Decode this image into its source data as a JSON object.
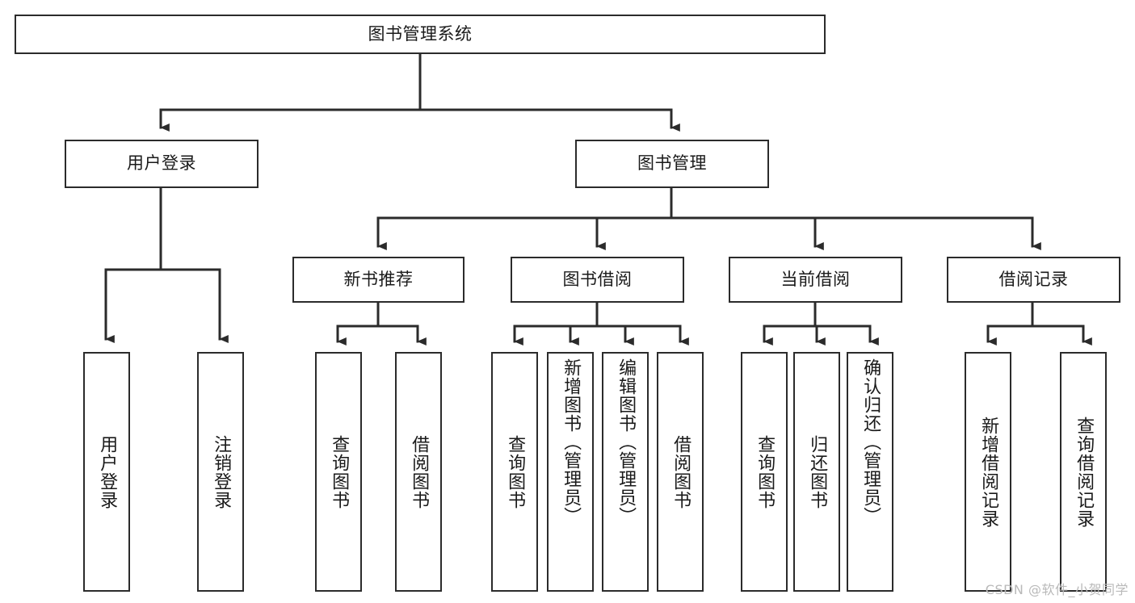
{
  "diagram": {
    "title": "图书管理系统",
    "root": {
      "label": "图书管理系统"
    },
    "level1": [
      {
        "label": "用户登录"
      },
      {
        "label": "图书管理"
      }
    ],
    "level2": [
      {
        "label": "新书推荐"
      },
      {
        "label": "图书借阅"
      },
      {
        "label": "当前借阅"
      },
      {
        "label": "借阅记录"
      }
    ],
    "leaves": {
      "user_login": [
        {
          "label": "用户登录"
        },
        {
          "label": "注销登录"
        }
      ],
      "new_book_recommend": [
        {
          "label": "查询图书"
        },
        {
          "label": "借阅图书"
        }
      ],
      "book_borrow": [
        {
          "label": "查询图书"
        },
        {
          "label": "新增图书（管理员）"
        },
        {
          "label": "编辑图书（管理员）"
        },
        {
          "label": "借阅图书"
        }
      ],
      "current_borrow": [
        {
          "label": "查询图书"
        },
        {
          "label": "归还图书"
        },
        {
          "label": "确认归还（管理员）"
        }
      ],
      "borrow_records": [
        {
          "label": "新增借阅记录"
        },
        {
          "label": "查询借阅记录"
        }
      ]
    },
    "watermark": "CSDN @软件_小贺同学",
    "colors": {
      "stroke": "#2b2b2b",
      "background": "#ffffff",
      "text": "#1a1a1a",
      "watermark": "#b9b9b9"
    }
  }
}
